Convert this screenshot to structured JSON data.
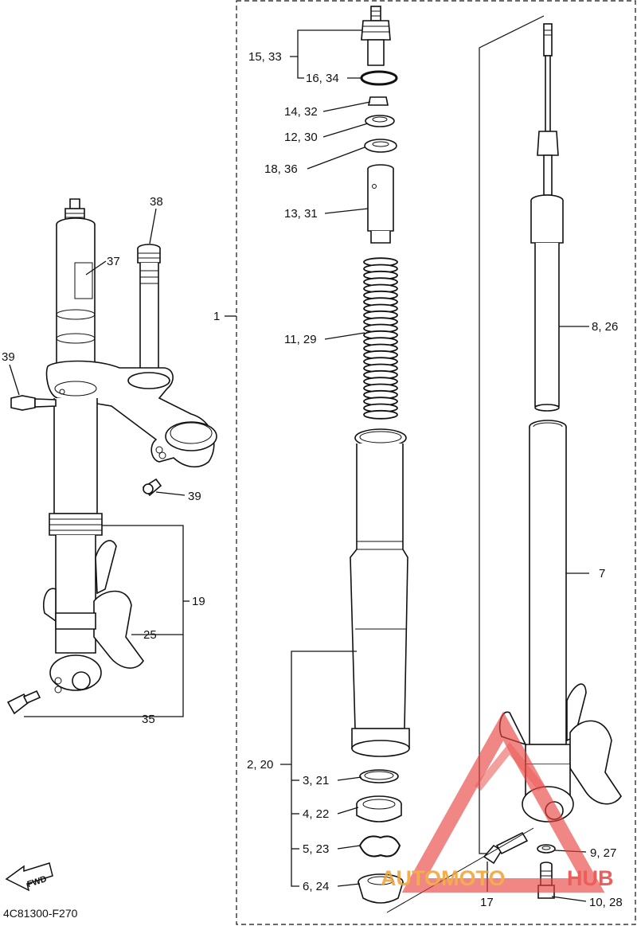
{
  "diagram": {
    "drawing_code": "4C81300-F270",
    "fwd_label": "FWD",
    "watermark": {
      "text_part1": "AUTOMOTO",
      "text_part2": "HUB",
      "color_primary": "#e8433f",
      "color_secondary": "#f0a030"
    },
    "labels": {
      "l1": "1",
      "l2_20": "2, 20",
      "l3_21": "3, 21",
      "l4_22": "4, 22",
      "l5_23": "5, 23",
      "l6_24": "6, 24",
      "l7": "7",
      "l8_26": "8, 26",
      "l9_27": "9, 27",
      "l10_28": "10, 28",
      "l11_29": "11, 29",
      "l12_30": "12, 30",
      "l13_31": "13, 31",
      "l14_32": "14, 32",
      "l15_33": "15, 33",
      "l16_34": "16, 34",
      "l17": "17",
      "l18_36": "18, 36",
      "l19": "19",
      "l25": "25",
      "l35": "35",
      "l37": "37",
      "l38": "38",
      "l39a": "39",
      "l39b": "39"
    }
  }
}
